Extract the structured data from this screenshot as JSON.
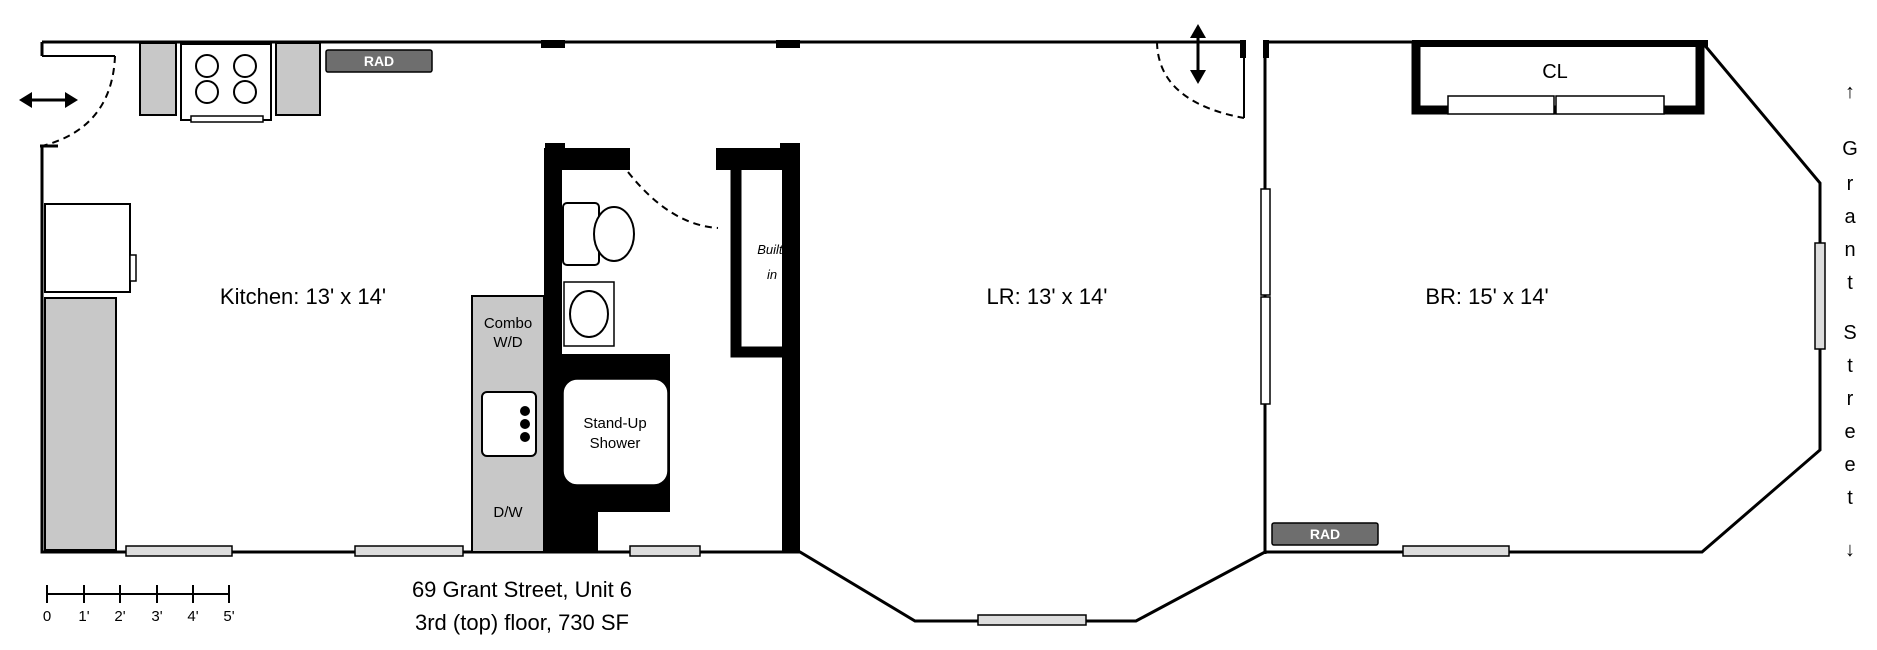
{
  "rooms": {
    "kitchen": "Kitchen: 13' x 14'",
    "living_room": "LR: 13' x 14'",
    "bedroom": "BR: 15' x 14'"
  },
  "fixtures": {
    "radiator_kitchen": "RAD",
    "radiator_bedroom": "RAD",
    "closet": "CL",
    "builtin_line1": "Built-",
    "builtin_line2": "in",
    "combo_wd_line1": "Combo",
    "combo_wd_line2": "W/D",
    "dishwasher": "D/W",
    "shower_line1": "Stand-Up",
    "shower_line2": "Shower"
  },
  "street_label": [
    "↑",
    "G",
    "r",
    "a",
    "n",
    "t",
    "S",
    "t",
    "r",
    "e",
    "e",
    "t",
    "↓"
  ],
  "scale": {
    "ticks": [
      "0",
      "1'",
      "2'",
      "3'",
      "4'",
      "5'"
    ]
  },
  "address": {
    "line1": "69 Grant Street, Unit 6",
    "line2": "3rd (top) floor, 730 SF"
  }
}
